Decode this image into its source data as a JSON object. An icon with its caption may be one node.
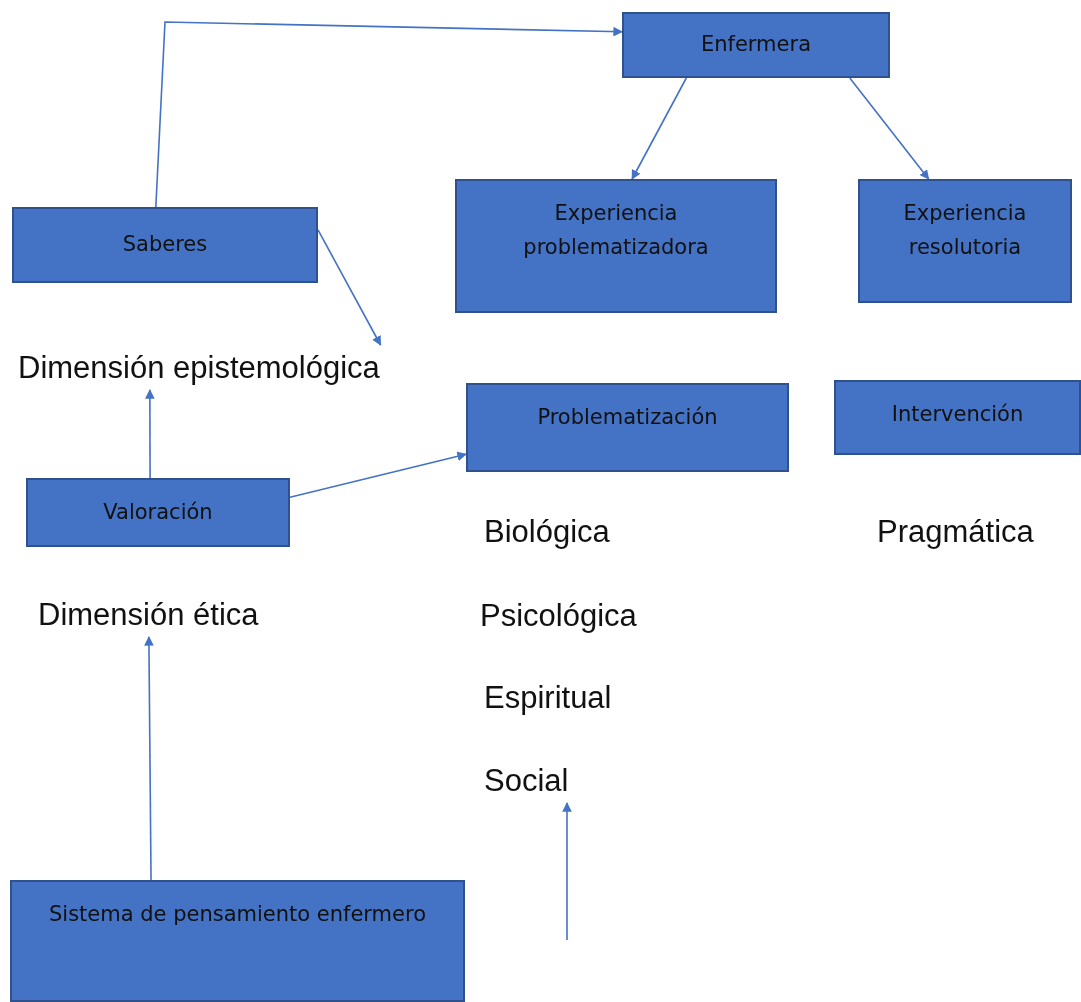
{
  "diagram": {
    "nodes": [
      {
        "text": [
          "Enfermera"
        ]
      },
      {
        "text": [
          "Saberes"
        ]
      },
      {
        "text": [
          "Experiencia problematizadora"
        ]
      },
      {
        "text": [
          "Experiencia resolutoria"
        ]
      },
      {
        "text": [
          "Dimensión epistemológica"
        ]
      },
      {
        "text": [
          "Problematización"
        ]
      },
      {
        "text": [
          "Intervención"
        ]
      },
      {
        "text": [
          "Valoración"
        ]
      },
      {
        "text": [
          "Biológica"
        ]
      },
      {
        "text": [
          "Pragmática"
        ]
      },
      {
        "text": [
          "Dimensión ética"
        ]
      },
      {
        "text": [
          "Psicológica"
        ]
      },
      {
        "text": [
          "Espiritual"
        ]
      },
      {
        "text": [
          "Social"
        ]
      },
      {
        "text": [
          "Sistema de pensamiento enfermero"
        ]
      }
    ],
    "edges": [
      {
        "from": 1,
        "to": 0,
        "arrow": "to"
      },
      {
        "from": 0,
        "to": 2,
        "arrow": "to"
      },
      {
        "from": 0,
        "to": 3,
        "arrow": "to"
      },
      {
        "from": 1,
        "to": 4,
        "arrow": "to"
      },
      {
        "from": 7,
        "to": 4,
        "arrow": "to"
      },
      {
        "from": 7,
        "to": 5,
        "arrow": "to"
      },
      {
        "from": 14,
        "to": 10,
        "arrow": "to"
      },
      {
        "from": null,
        "to": 13,
        "arrow": "to"
      }
    ]
  }
}
